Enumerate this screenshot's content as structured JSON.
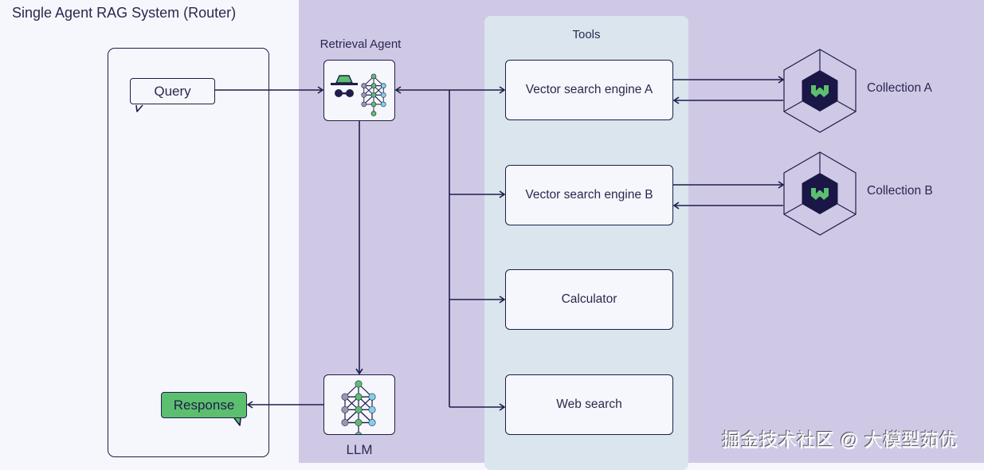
{
  "title": "Single Agent RAG System (Router)",
  "user": {
    "query_label": "Query",
    "response_label": "Response"
  },
  "agent": {
    "label": "Retrieval Agent",
    "icons": [
      "spy-agent-icon",
      "neural-network-icon"
    ]
  },
  "llm": {
    "label": "LLM",
    "icon": "neural-network-icon"
  },
  "tools": {
    "label": "Tools",
    "items": [
      {
        "label": "Vector search engine A"
      },
      {
        "label": "Vector search engine B"
      },
      {
        "label": "Calculator"
      },
      {
        "label": "Web search"
      }
    ]
  },
  "collections": [
    {
      "label": "Collection A",
      "icon": "weaviate-cube-icon"
    },
    {
      "label": "Collection B",
      "icon": "weaviate-cube-icon"
    }
  ],
  "colors": {
    "ink": "#1f1d4a",
    "purple_bg": "#d0c9e6",
    "tools_bg": "#dae5ee",
    "page_bg": "#f6f7fc",
    "accent_green": "#5cbf6f",
    "node_gray": "#9a97ad",
    "node_cyan": "#7fd3e6"
  },
  "watermark": "掘金技术社区 @ 大模型茹优"
}
